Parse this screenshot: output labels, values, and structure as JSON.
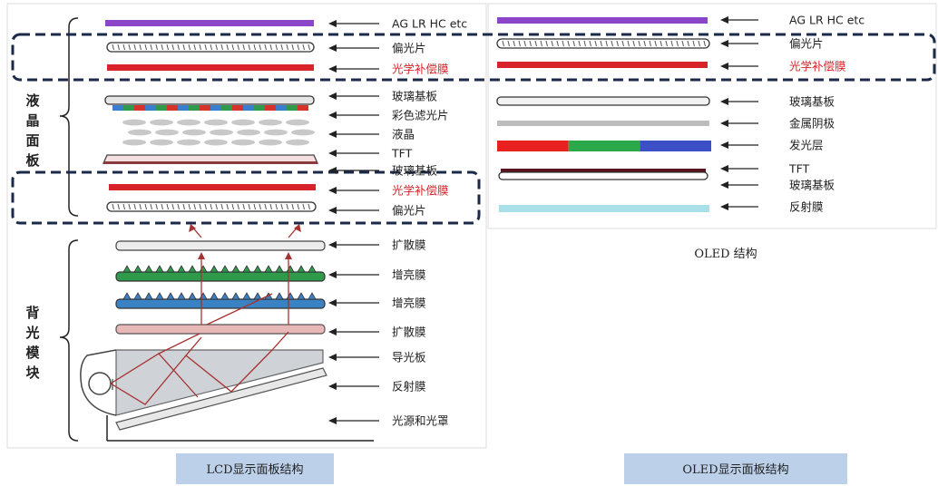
{
  "lcd": {
    "group_labels": {
      "panel": [
        "液",
        "晶",
        "面",
        "板"
      ],
      "backlight": [
        "背",
        "光",
        "模",
        "块"
      ]
    },
    "layers": [
      {
        "label": "AG LR HC etc",
        "color": "#8b45c9",
        "type": "bar"
      },
      {
        "label": "偏光片",
        "color": "#ffffff",
        "type": "polarizer"
      },
      {
        "label": "光学补偿膜",
        "color": "#d8232a",
        "label_color": "#d8232a",
        "type": "bar"
      },
      {
        "label": "玻璃基板",
        "color": "#e6e6e6",
        "type": "glass"
      },
      {
        "label": "彩色滤光片",
        "colors": [
          "#3a7ecf",
          "#2f9a4c",
          "#d8332a"
        ],
        "type": "filter"
      },
      {
        "label": "液晶",
        "color": "#c8c8c8",
        "type": "lc"
      },
      {
        "label": "TFT",
        "color": "#f3dfdf",
        "type": "tft"
      },
      {
        "label": "玻璃基板",
        "type": "glass_edge"
      },
      {
        "label": "光学补偿膜",
        "color": "#d8232a",
        "label_color": "#d8232a",
        "type": "bar"
      },
      {
        "label": "偏光片",
        "color": "#ffffff",
        "type": "polarizer"
      },
      {
        "label": "扩散膜",
        "color": "#ececec",
        "type": "bar"
      },
      {
        "label": "增亮膜",
        "color": "#2f9a4c",
        "type": "prism"
      },
      {
        "label": "增亮膜",
        "color": "#3a82c4",
        "type": "prism"
      },
      {
        "label": "扩散膜",
        "color": "#e8b8b8",
        "type": "bar"
      },
      {
        "label": "导光板",
        "color": "#cfd3d8",
        "type": "guide"
      },
      {
        "label": "反射膜",
        "color": "#e8e8e8",
        "type": "reflector"
      },
      {
        "label": "光源和光罩",
        "type": "source"
      }
    ],
    "caption": "LCD显示面板结构"
  },
  "oled": {
    "layers": [
      {
        "label": "AG LR HC etc",
        "color": "#8b45c9",
        "type": "bar"
      },
      {
        "label": "偏光片",
        "color": "#ffffff",
        "type": "polarizer"
      },
      {
        "label": "光学补偿膜",
        "color": "#d8232a",
        "label_color": "#d8232a",
        "type": "bar"
      },
      {
        "label": "玻璃基板",
        "color": "#f2f2f2",
        "type": "glass"
      },
      {
        "label": "金属阴极",
        "color": "#bdbdbd",
        "type": "bar"
      },
      {
        "label": "发光层",
        "colors": [
          "#e8201f",
          "#2aa84a",
          "#3d4fc4"
        ],
        "type": "emissive"
      },
      {
        "label": "TFT",
        "color": "#5a1420",
        "type": "tft"
      },
      {
        "label": "玻璃基板",
        "type": "glass_edge"
      },
      {
        "label": "反射膜",
        "color": "#a9dfe6",
        "type": "bar"
      }
    ],
    "title": "OLED 结构",
    "caption": "OLED显示面板结构"
  },
  "colors": {
    "caption_bg": "#bdd0ea",
    "dashed_outline": "#1c2a4a",
    "ray": "#a5322f"
  }
}
